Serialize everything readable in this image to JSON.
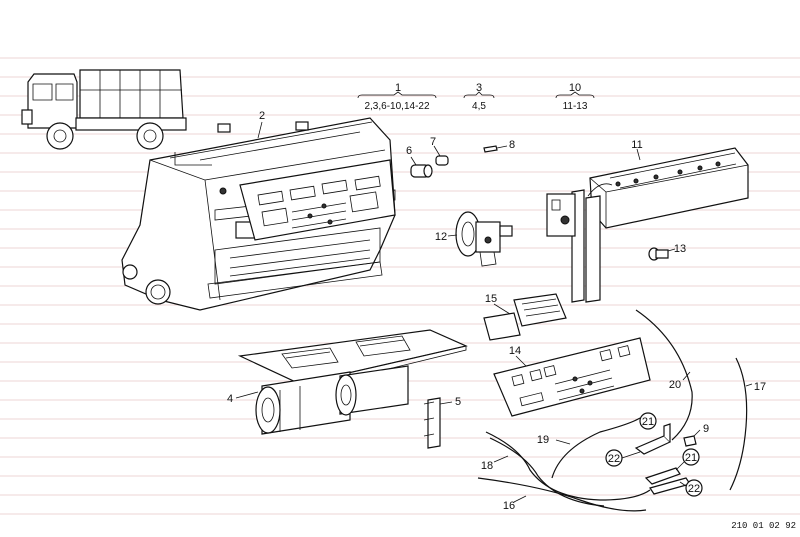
{
  "groups": [
    {
      "number": "1",
      "members": "2,3,6-10,14-22"
    },
    {
      "number": "3",
      "members": "4,5"
    },
    {
      "number": "10",
      "members": "11-13"
    }
  ],
  "parts": {
    "p2": "2",
    "p4": "4",
    "p5": "5",
    "p6": "6",
    "p7": "7",
    "p8": "8",
    "p9": "9",
    "p11": "11",
    "p12": "12",
    "p13": "13",
    "p14": "14",
    "p15": "15",
    "p16": "16",
    "p17": "17",
    "p18": "18",
    "p19": "19",
    "p20": "20",
    "p21a": "21",
    "p21b": "21",
    "p22a": "22",
    "p22b": "22"
  },
  "drawing_code": "210 01 02 92"
}
